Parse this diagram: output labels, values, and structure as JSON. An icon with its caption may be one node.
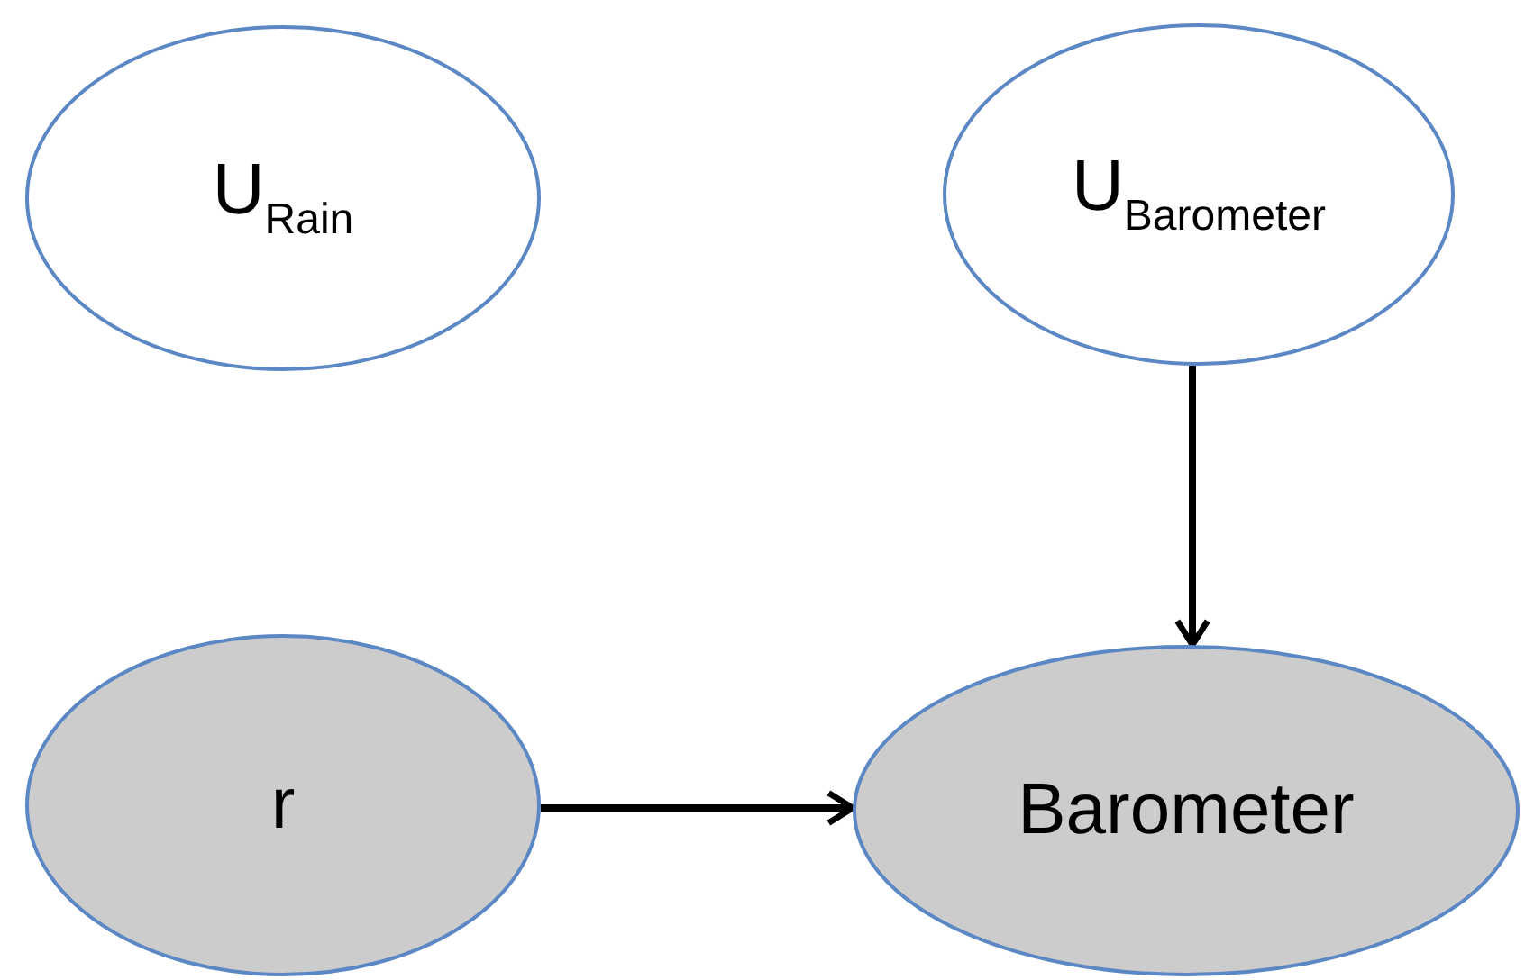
{
  "diagram": {
    "nodes": [
      {
        "text": [
          "U$_{Rain}$"
        ]
      },
      {
        "text": [
          "U$_{Barometer}$"
        ]
      },
      {
        "text": [
          "r"
        ]
      },
      {
        "text": [
          "Barometer"
        ]
      }
    ],
    "edges": [
      {
        "from": 1,
        "to": 3,
        "arrow": "to"
      },
      {
        "from": 2,
        "to": 3,
        "arrow": "to"
      }
    ]
  }
}
